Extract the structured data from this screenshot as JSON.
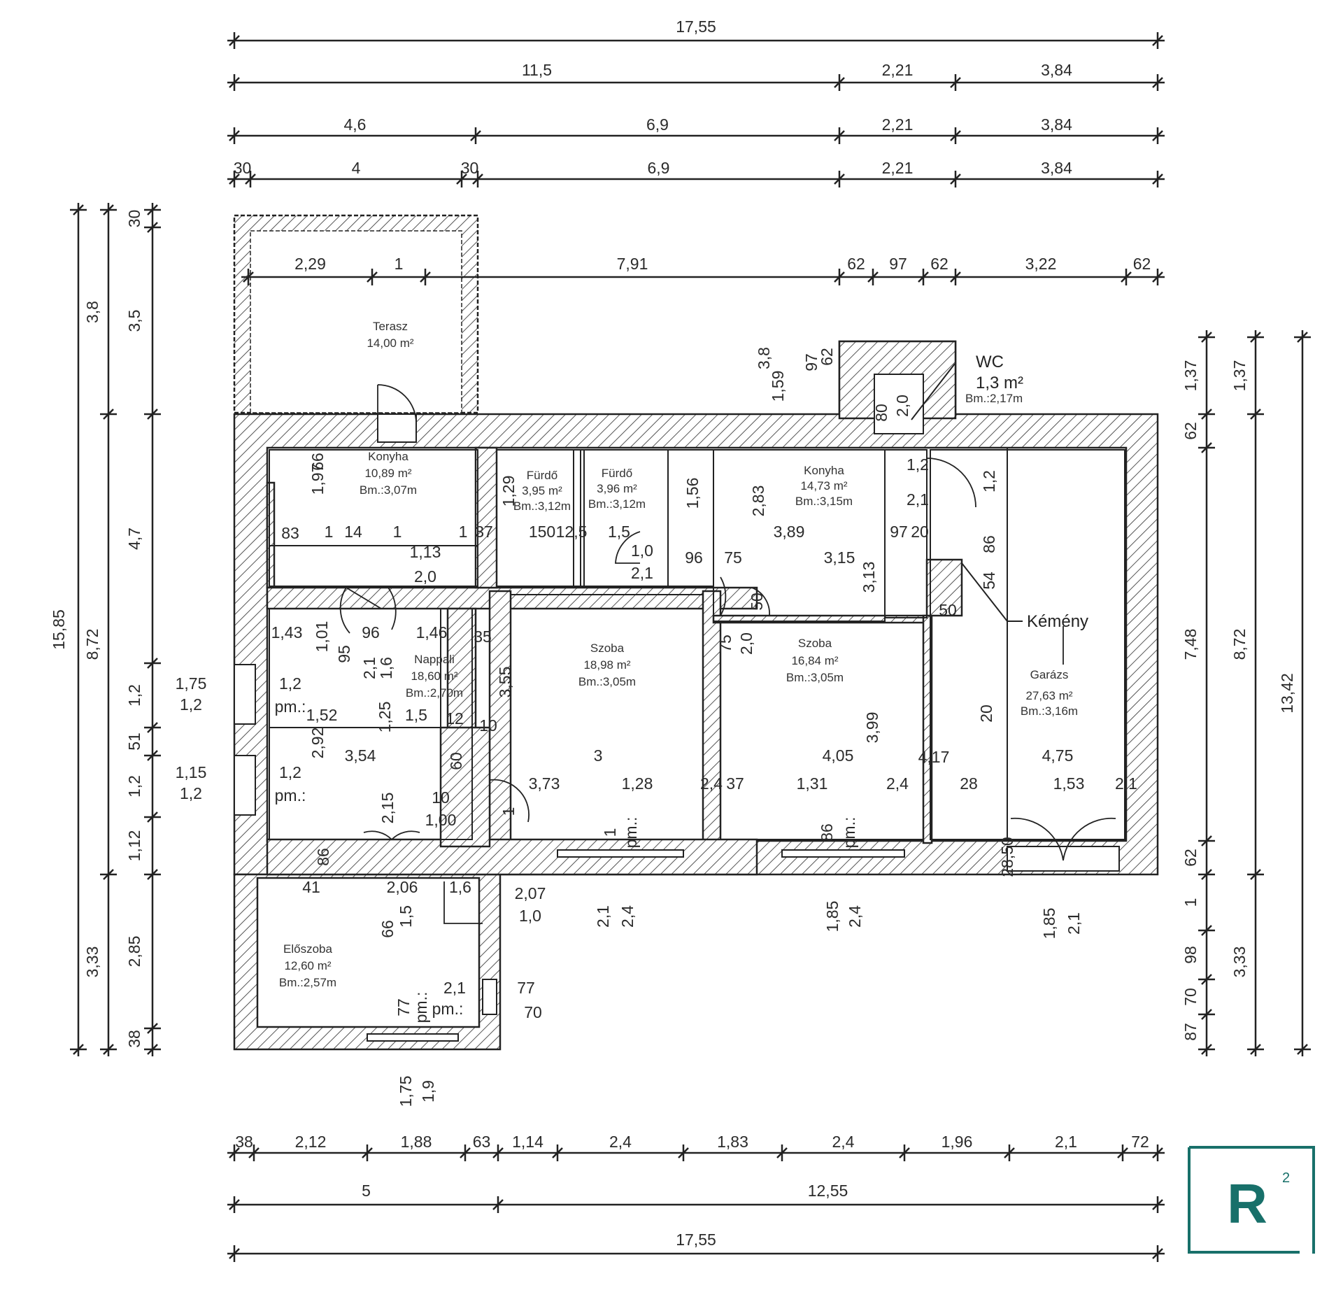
{
  "rooms": {
    "terasz": {
      "name": "Terasz",
      "area": "14,00 m²"
    },
    "konyha1": {
      "name": "Konyha",
      "area": "10,89 m²",
      "height": "Bm.:3,07m"
    },
    "furdo1": {
      "name": "Fürdő",
      "area": "3,95 m²",
      "height": "Bm.:3,12m"
    },
    "furdo2": {
      "name": "Fürdő",
      "area": "3,96 m²",
      "height": "Bm.:3,12m"
    },
    "konyha2": {
      "name": "Konyha",
      "area": "14,73 m²",
      "height": "Bm.:3,15m"
    },
    "wc": {
      "name": "WC",
      "area": "1,3 m²",
      "height": "Bm.:2,17m"
    },
    "nappali": {
      "name": "Nappali",
      "area": "18,60 m²",
      "height": "Bm.:2,70m"
    },
    "szoba1": {
      "name": "Szoba",
      "area": "18,98 m²",
      "height": "Bm.:3,05m"
    },
    "szoba2": {
      "name": "Szoba",
      "area": "16,84 m²",
      "height": "Bm.:3,05m"
    },
    "garazs": {
      "name": "Garázs",
      "area": "27,63 m²",
      "height": "Bm.:3,16m"
    },
    "eloszoba": {
      "name": "Előszoba",
      "area": "12,60 m²",
      "height": "Bm.:2,57m"
    }
  },
  "labels": {
    "kemeny": "Kémény"
  },
  "logo": {
    "text": "R",
    "sup": "2"
  },
  "dims": {
    "top1": [
      "17,55"
    ],
    "top2": [
      "11,5",
      "2,21",
      "3,84"
    ],
    "top3": [
      "4,6",
      "6,9",
      "2,21",
      "3,84"
    ],
    "top4": [
      "30",
      "4",
      "30",
      "6,9",
      "2,21",
      "3,84"
    ],
    "inner_top": [
      "2,29",
      "1",
      "7,91",
      "62",
      "97",
      "62",
      "3,22",
      "62"
    ],
    "bottom1": [
      "38",
      "2,12",
      "1,88",
      "63",
      "1,14",
      "2,4",
      "1,83",
      "2,4",
      "1,96",
      "2,1",
      "72"
    ],
    "bottom2": [
      "5",
      "12,55"
    ],
    "bottom3": [
      "17,55"
    ],
    "left1": [
      "15,85"
    ],
    "left2": [
      "3,8",
      "8,72",
      "3,33"
    ],
    "left3": [
      "30",
      "3,5",
      "4,7",
      "1,2",
      "51",
      "1,2",
      "1,12",
      "2,85",
      "38"
    ],
    "right1": [
      "13,42"
    ],
    "right2": [
      "1,37",
      "8,72",
      "3,33"
    ],
    "right3": [
      "1,37",
      "62",
      "7,48",
      "62",
      "1",
      "98",
      "70",
      "87"
    ],
    "inner": [
      "3,8",
      "1,59",
      "97",
      "62",
      "80",
      "2,0",
      "1,97",
      "66",
      "83",
      "1",
      "14",
      "1",
      "1",
      "37",
      "1,29",
      "150",
      "12,5",
      "1,5",
      "1,56",
      "2,83",
      "3,89",
      "97",
      "20",
      "1,2",
      "2,1",
      "1,2",
      "1,13",
      "2,0",
      "1,0",
      "2,1",
      "96",
      "75",
      "3,15",
      "86",
      "54",
      "3,13",
      "50",
      "50",
      "1,43",
      "1,01",
      "96",
      "1,46",
      "35",
      "95",
      "2,1",
      "1,6",
      "3,55",
      "75",
      "2,0",
      "1,52",
      "1,25",
      "1,5",
      "12",
      "10",
      "2,92",
      "3,54",
      "60",
      "3",
      "4,05",
      "3,99",
      "4,17",
      "20",
      "4,75",
      "3,73",
      "1,28",
      "2,4",
      "37",
      "1,31",
      "2,4",
      "28",
      "1,53",
      "2,1",
      "10",
      "1,00",
      "2,15",
      "1",
      "1",
      "pm.:",
      "86",
      "pm.:",
      "86",
      "28,50",
      "41",
      "2,06",
      "1,6",
      "66",
      "1,5",
      "2,07",
      "1,0",
      "2,1",
      "2,4",
      "1,85",
      "2,4",
      "1,85",
      "2,1",
      "2,1",
      "pm.:",
      "77",
      "pm.:",
      "77",
      "70",
      "1,75",
      "1,9",
      "1,75",
      "1,2",
      "1,2",
      "pm.:",
      "1,15",
      "1,2",
      "1,2",
      "pm.:",
      "1,15"
    ]
  }
}
